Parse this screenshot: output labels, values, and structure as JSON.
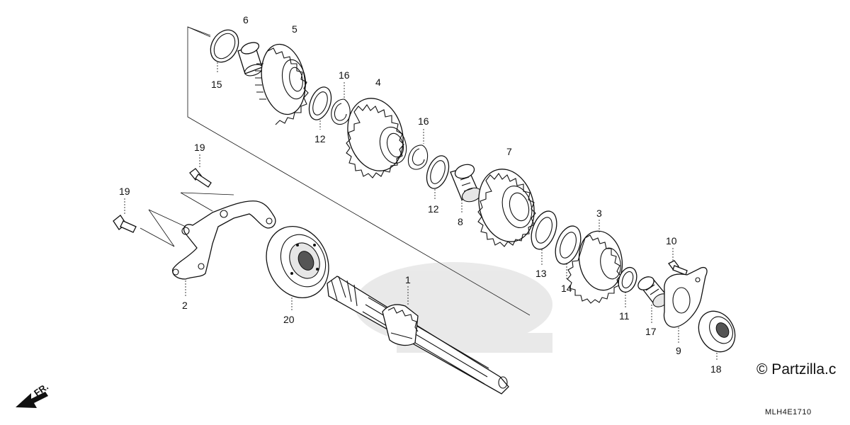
{
  "diagram": {
    "part_numbers": {
      "p1": "1",
      "p2": "2",
      "p3": "3",
      "p4": "4",
      "p5": "5",
      "p6": "6",
      "p7": "7",
      "p8": "8",
      "p9": "9",
      "p10": "10",
      "p11": "11",
      "p12a": "12",
      "p12b": "12",
      "p13": "13",
      "p14": "14",
      "p15": "15",
      "p16a": "16",
      "p16b": "16",
      "p17": "17",
      "p18": "18",
      "p19a": "19",
      "p19b": "19",
      "p20": "20"
    },
    "direction_label": "FR.",
    "copyright": "© Partzilla.c",
    "diagram_code": "MLH4E1710"
  }
}
